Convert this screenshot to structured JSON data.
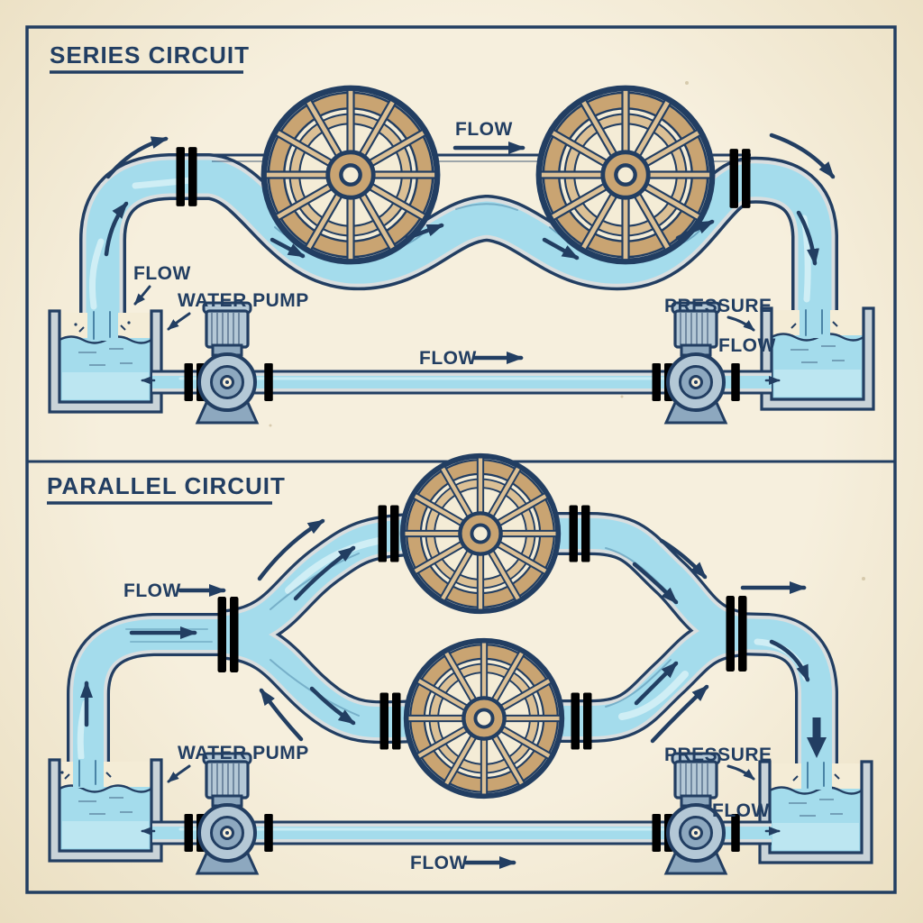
{
  "palette": {
    "paper": "#f4ecd6",
    "ink": "#223e62",
    "water": "#a4dcec",
    "waterhl": "#d9f2f8",
    "pipewall": "#d9dedf",
    "steel": "#b4c8d6",
    "steeldark": "#8da8bf",
    "wood": "#c9a472",
    "woodlight": "#dcc095",
    "tankwall": "#c9d3d8"
  },
  "series": {
    "title": "SERIES CIRCUIT",
    "labels": {
      "flow_tank": "FLOW",
      "water_pump": "WATER PUMP",
      "flow_top": "FLOW",
      "pressure": "PRESSURE",
      "flow_pump": "FLOW",
      "flow_pipe": "FLOW"
    }
  },
  "parallel": {
    "title": "PARALLEL CIRCUIT",
    "labels": {
      "flow_in": "FLOW",
      "water_pump": "WATER PUMP",
      "pressure": "PRESSURE",
      "flow_pump": "FLOW",
      "flow_pipe": "FLOW"
    }
  }
}
